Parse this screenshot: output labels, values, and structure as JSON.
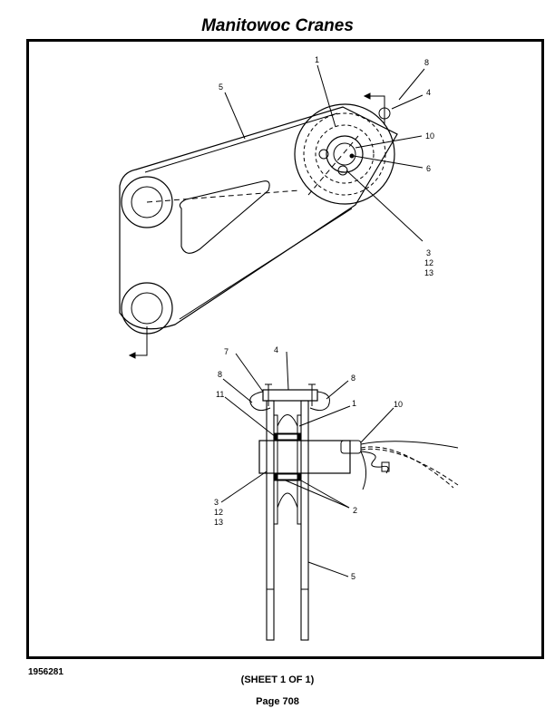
{
  "header": {
    "title": "Manitowoc Cranes"
  },
  "footer": {
    "drawing_number": "1956281",
    "sheet": "(SHEET 1 OF 1)",
    "page": "Page 708"
  },
  "callouts": {
    "top": {
      "c1": "1",
      "c5": "5",
      "c8": "8",
      "c4": "4",
      "c10": "10",
      "c6": "6",
      "c3": "3",
      "c12": "12",
      "c13": "13"
    },
    "bottom": {
      "c7": "7",
      "c4": "4",
      "c8a": "8",
      "c8b": "8",
      "c11": "11",
      "c1": "1",
      "c10": "10",
      "c3": "3",
      "c12": "12",
      "c13": "13",
      "c2": "2",
      "c5": "5"
    }
  }
}
